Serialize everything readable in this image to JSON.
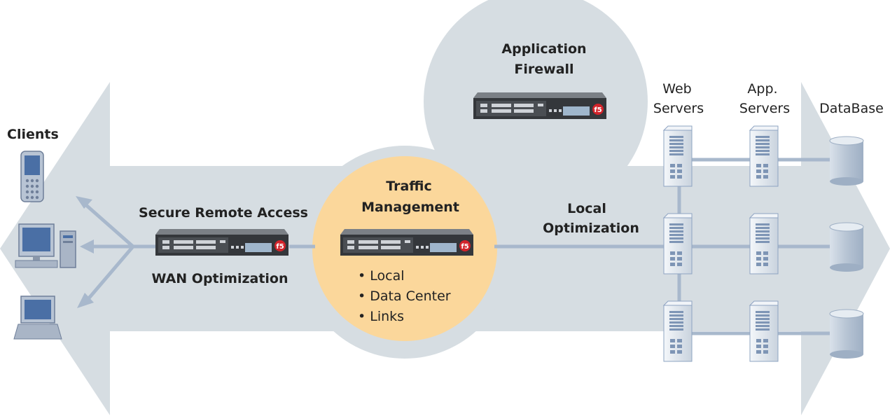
{
  "colors": {
    "arrow_bg": "#d6dde2",
    "circle_bg": "#d6dde2",
    "traffic_circle": "#fbd79b",
    "connector": "#a8b8cc",
    "device_body": "#2c2f33",
    "server_body": "#e4e9ef",
    "server_accent": "#8ea4c2",
    "f5_red": "#d2232a"
  },
  "labels": {
    "clients": "Clients",
    "secure_remote_access": "Secure Remote Access",
    "wan_optimization": "WAN Optimization",
    "application_firewall_1": "Application",
    "application_firewall_2": "Firewall",
    "traffic_management_1": "Traffic",
    "traffic_management_2": "Management",
    "traffic_bullets": [
      "• Local",
      "• Data Center",
      "• Links"
    ],
    "local_optimization_1": "Local",
    "local_optimization_2": "Optimization",
    "web_servers_1": "Web",
    "web_servers_2": "Servers",
    "app_servers_1": "App.",
    "app_servers_2": "Servers",
    "database": "DataBase"
  },
  "icons": {
    "f5_logo_text": "f5"
  }
}
